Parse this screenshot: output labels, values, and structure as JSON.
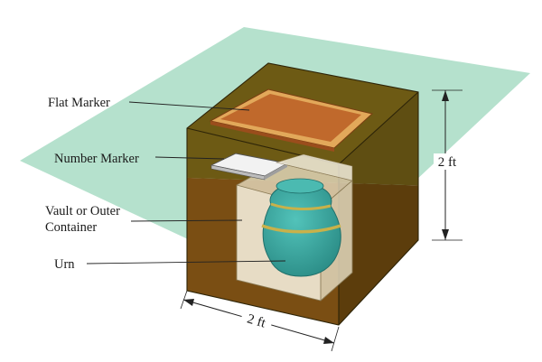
{
  "labels": {
    "flat_marker": "Flat Marker",
    "number_marker": "Number Marker",
    "vault_line1": "Vault or Outer",
    "vault_line2": "Container",
    "urn": "Urn"
  },
  "dimensions": {
    "height": "2 ft",
    "width": "2 ft"
  },
  "colors": {
    "ground_plane": "#a8dcc4",
    "soil_upper": "#6d5a14",
    "soil_lower": "#7a4e13",
    "soil_side": "#5c3d0c",
    "marker": "#c0692c",
    "marker_border": "#e2a85a",
    "vault": "#f3ecd9",
    "urn": "#3aa8a0",
    "urn_band": "#c8b14a"
  }
}
